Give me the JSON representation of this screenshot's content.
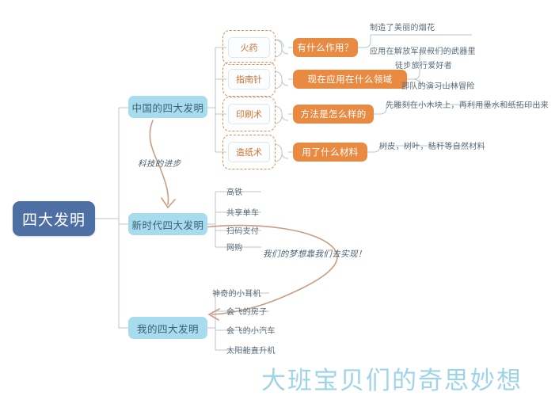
{
  "theme": {
    "root_bg": "#4e6fa3",
    "branch_bg": "#a6dced",
    "accent_orange": "#e98a42",
    "dash_border": "#d98e5a",
    "title_color": "#9ed4e8",
    "line_color": "#b9c6cf",
    "curve_color": "#c99d82"
  },
  "root": {
    "label": "四大发明"
  },
  "branches": [
    {
      "id": "ancient",
      "label": "中国的四大发明"
    },
    {
      "id": "modern",
      "label": "新时代四大发明"
    },
    {
      "id": "mine",
      "label": "我的四大发明"
    }
  ],
  "ancient": {
    "inventions": [
      {
        "label": "火药"
      },
      {
        "label": "指南针"
      },
      {
        "label": "印刷术"
      },
      {
        "label": "造纸术"
      }
    ],
    "questions": [
      {
        "label": "有什么作用？"
      },
      {
        "label": "现在应用在什么领域"
      },
      {
        "label": "方法是怎么样的"
      },
      {
        "label": "用了什么材料"
      }
    ],
    "answers": [
      {
        "label": "制造了美丽的烟花"
      },
      {
        "label": "应用在解放军叔叔们的武器里"
      },
      {
        "label": "徒步旅行爱好者"
      },
      {
        "label": "部队的演习山林冒险"
      },
      {
        "label": "先雕刻在小木块上，再利用墨水和纸拓印出来"
      },
      {
        "label": "树皮，树叶，秸秆等自然材料"
      }
    ]
  },
  "modern": {
    "items": [
      {
        "label": "高铁"
      },
      {
        "label": "共享单车"
      },
      {
        "label": "扫码支付"
      },
      {
        "label": "网购"
      }
    ]
  },
  "mine": {
    "items": [
      {
        "label": "神奇的小耳机"
      },
      {
        "label": "会飞的房子"
      },
      {
        "label": "会飞的小汽车"
      },
      {
        "label": "太阳能直升机"
      }
    ]
  },
  "annotations": [
    {
      "id": "progress",
      "label": "科技的进步"
    },
    {
      "id": "dream",
      "label": "我们的梦想靠我们去实现！"
    }
  ],
  "footer": {
    "title": "大班宝贝们的奇思妙想"
  }
}
